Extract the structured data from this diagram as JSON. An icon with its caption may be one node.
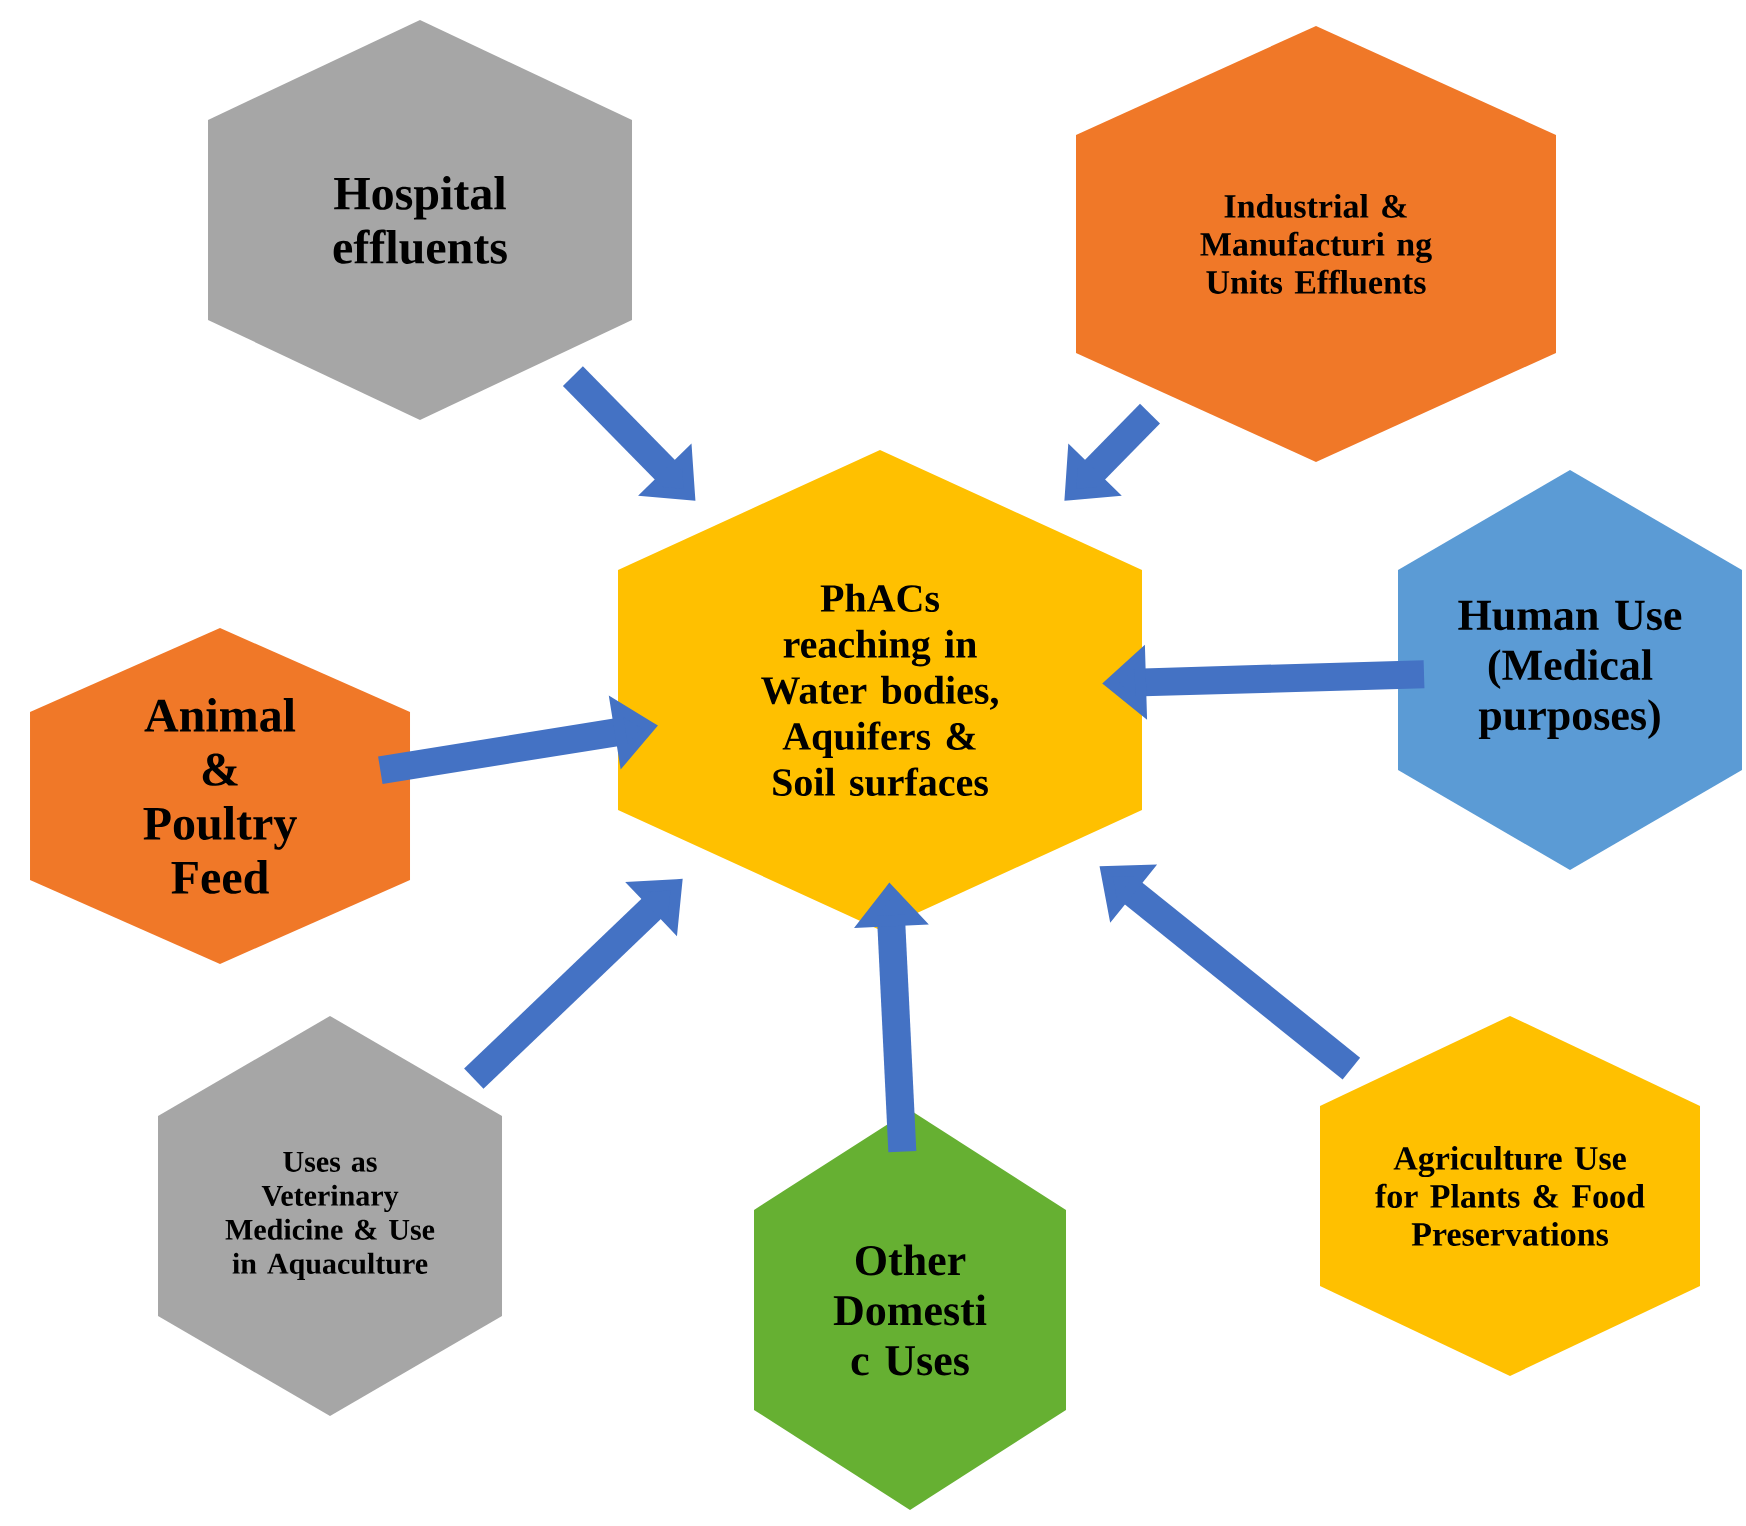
{
  "diagram": {
    "nodes": [
      {
        "text": [
          "PhACs reaching in Water bodies, Aquifers & Soil surfaces"
        ]
      },
      {
        "text": [
          "Hospital effluents"
        ]
      },
      {
        "text": [
          "Industrial & Manufacturi ng Units Effluents"
        ]
      },
      {
        "text": [
          "Human Use (Medical purposes)"
        ]
      },
      {
        "text": [
          "Animal & Poultry Feed"
        ]
      },
      {
        "text": [
          "Uses as Veterinary Medicine & Use in Aquaculture"
        ]
      },
      {
        "text": [
          "Other Domesti c Uses"
        ]
      },
      {
        "text": [
          "Agriculture Use for Plants & Food Preservations"
        ]
      }
    ],
    "edges": [
      {
        "from": 1,
        "to": 0,
        "arrow": "to"
      },
      {
        "from": 2,
        "to": 0,
        "arrow": "to"
      },
      {
        "from": 3,
        "to": 0,
        "arrow": "to"
      },
      {
        "from": 4,
        "to": 0,
        "arrow": "to"
      },
      {
        "from": 5,
        "to": 0,
        "arrow": "to"
      },
      {
        "from": 6,
        "to": 0,
        "arrow": "to"
      },
      {
        "from": 7,
        "to": 0,
        "arrow": "to"
      }
    ]
  }
}
